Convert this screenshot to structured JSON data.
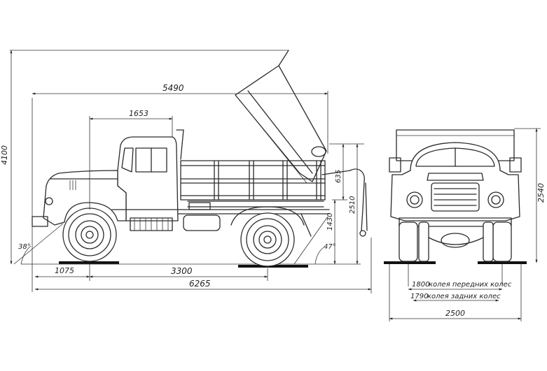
{
  "dimensions": {
    "overall_height": "4100",
    "body_length": "5490",
    "cab_length": "1653",
    "front_overhang": "1075",
    "wheelbase": "3300",
    "overall_length": "6265",
    "body_side_height": "635",
    "frame_height": "1430",
    "overall_height_lowered": "2510",
    "approach_angle": "38°",
    "departure_angle": "47°",
    "front_height": "2540",
    "overall_width": "2500"
  },
  "track": {
    "front": {
      "value": "1800",
      "label": "колея передних колес"
    },
    "rear": {
      "value": "1790",
      "label": "колея задних колес"
    }
  },
  "colors": {
    "ink": "#2a2a2a",
    "paper": "#ffffff"
  }
}
